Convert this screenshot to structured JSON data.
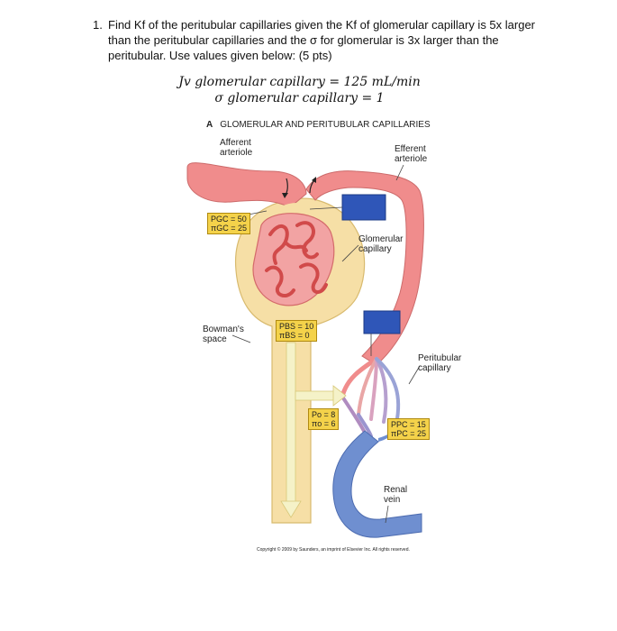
{
  "question": {
    "number": "1.",
    "text": "Find Kf of the peritubular capillaries given the Kf of glomerular capillary is 5x larger than the peritubular capillaries and the σ for glomerular is 3x larger than the peritubular. Use values given below: (5 pts)"
  },
  "equations": {
    "line1": "Jv glomerular capillary = 125 mL/min",
    "line2": "σ glomerular capillary = 1"
  },
  "figure": {
    "panel_letter": "A",
    "title": "GLOMERULAR AND PERITUBULAR CAPILLARIES",
    "labels": {
      "afferent_1": "Afferent",
      "afferent_2": "arteriole",
      "efferent_1": "Efferent",
      "efferent_2": "arteriole",
      "glom_1": "Glomerular",
      "glom_2": "capillary",
      "bowman_1": "Bowman's",
      "bowman_2": "space",
      "peri_1": "Peritubular",
      "peri_2": "capillary",
      "renal_1": "Renal",
      "renal_2": "vein"
    },
    "boxes": {
      "pgc": "PGC = 50",
      "pigc": "πGC = 25",
      "pbs": "PBS = 10",
      "pibs": "πBS = 0",
      "po": "Po = 8",
      "pio": "πo = 6",
      "ppc": "PPC = 15",
      "pipc": "πPC = 25"
    },
    "copyright": "Copyright © 2009 by Saunders, an imprint of Elsevier Inc. All rights reserved.",
    "colors": {
      "artery": "#f08c8c",
      "vein": "#6f8fd0",
      "tubule": "#f6dfa6",
      "blank_box": "#2f56b8",
      "value_box": "#f4d24a"
    }
  }
}
